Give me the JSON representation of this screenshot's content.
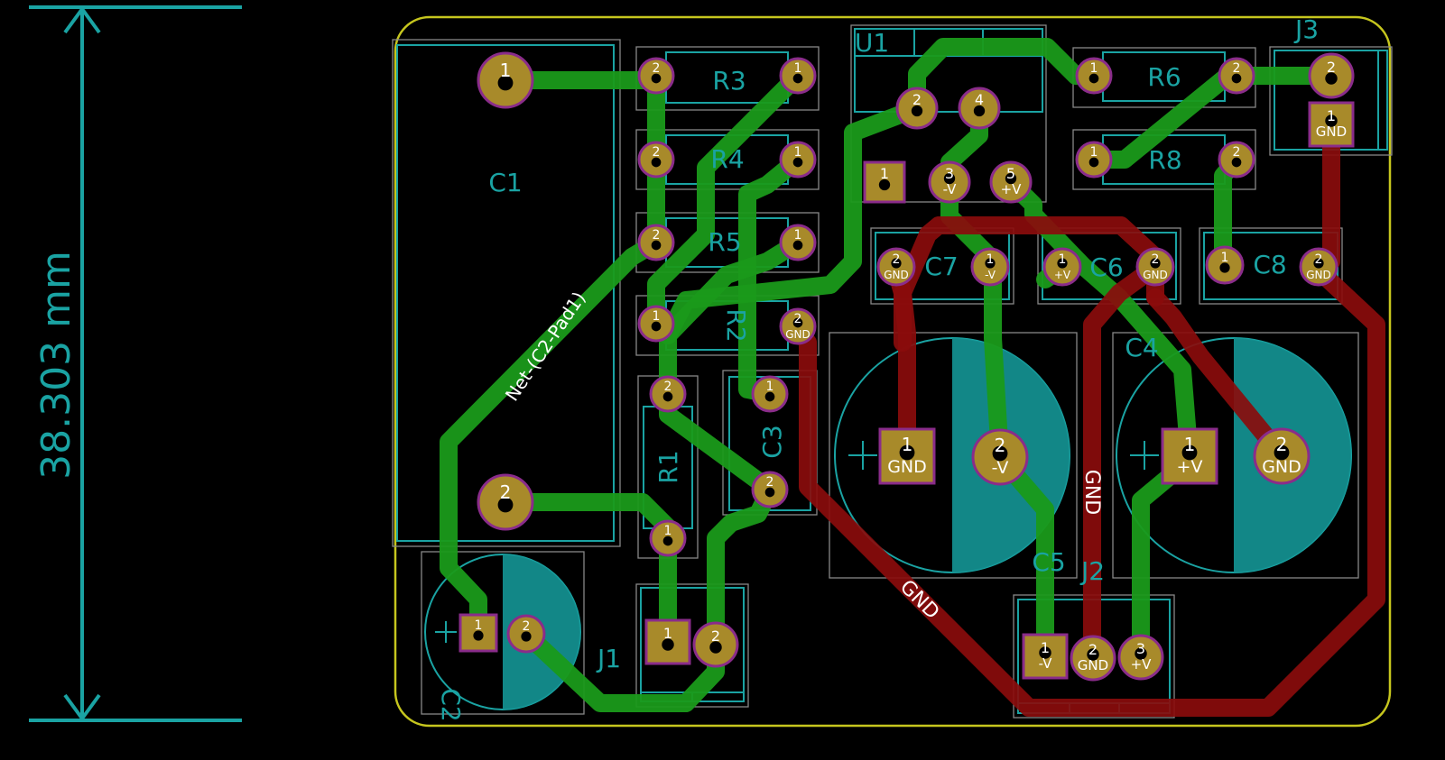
{
  "dimension": {
    "value_text": "38.303 mm"
  },
  "net_labels": {
    "c2_pad1": "Net-(C2-Pad1)",
    "gnd_vertical": "GND",
    "gnd_diagonal": "GND"
  },
  "references": {
    "C1": "C1",
    "C2": "C2",
    "C3": "C3",
    "C4": "C4",
    "C5": "C5",
    "C6": "C6",
    "C7": "C7",
    "C8": "C8",
    "R1": "R1",
    "R2": "R2",
    "R3": "R3",
    "R4": "R4",
    "R5": "R5",
    "R6": "R6",
    "R8": "R8",
    "U1": "U1",
    "J1": "J1",
    "J2": "J2",
    "J3": "J3"
  },
  "pads": {
    "c1_1": {
      "num": "1",
      "net": ""
    },
    "c1_2": {
      "num": "2",
      "net": ""
    },
    "c2_1": {
      "num": "1",
      "net": ""
    },
    "c2_2": {
      "num": "2",
      "net": ""
    },
    "r3_2": {
      "num": "2",
      "net": ""
    },
    "r3_1": {
      "num": "1",
      "net": ""
    },
    "r4_2": {
      "num": "2",
      "net": ""
    },
    "r4_1": {
      "num": "1",
      "net": ""
    },
    "r5_2": {
      "num": "2",
      "net": ""
    },
    "r5_1": {
      "num": "1",
      "net": ""
    },
    "r2_1": {
      "num": "1",
      "net": ""
    },
    "r2_2": {
      "num": "2",
      "net": "GND"
    },
    "r1_2": {
      "num": "2",
      "net": ""
    },
    "r1_1": {
      "num": "1",
      "net": ""
    },
    "c3_1": {
      "num": "1",
      "net": ""
    },
    "c3_2": {
      "num": "2",
      "net": ""
    },
    "j1_1": {
      "num": "1",
      "net": ""
    },
    "j1_2": {
      "num": "2",
      "net": ""
    },
    "u1_2": {
      "num": "2",
      "net": ""
    },
    "u1_4": {
      "num": "4",
      "net": ""
    },
    "u1_1": {
      "num": "1",
      "net": ""
    },
    "u1_3": {
      "num": "3",
      "net": "-V"
    },
    "u1_5": {
      "num": "5",
      "net": "+V"
    },
    "r6_1": {
      "num": "1",
      "net": ""
    },
    "r6_2": {
      "num": "2",
      "net": ""
    },
    "r8_1": {
      "num": "1",
      "net": ""
    },
    "r8_2": {
      "num": "2",
      "net": ""
    },
    "j3_2": {
      "num": "2",
      "net": ""
    },
    "j3_1": {
      "num": "1",
      "net": "GND"
    },
    "c7_2": {
      "num": "2",
      "net": "GND"
    },
    "c7_1": {
      "num": "1",
      "net": "-V"
    },
    "c6_1": {
      "num": "1",
      "net": "+V"
    },
    "c6_2": {
      "num": "2",
      "net": "GND"
    },
    "c8_1": {
      "num": "1",
      "net": ""
    },
    "c8_2": {
      "num": "2",
      "net": "GND"
    },
    "c5_1": {
      "num": "1",
      "net": "GND"
    },
    "c5_2": {
      "num": "2",
      "net": "-V"
    },
    "c4_1": {
      "num": "1",
      "net": "+V"
    },
    "c4_2": {
      "num": "2",
      "net": "GND"
    },
    "j2_1": {
      "num": "1",
      "net": "-V"
    },
    "j2_2": {
      "num": "2",
      "net": "GND"
    },
    "j2_3": {
      "num": "3",
      "net": "+V"
    }
  }
}
